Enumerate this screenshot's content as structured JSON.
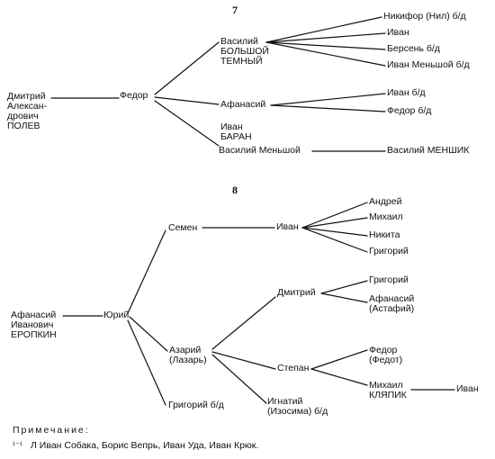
{
  "tree7": {
    "number": "7",
    "root": [
      "Дмитрий",
      "Алексан-",
      "дрович",
      "ПОЛЕВ"
    ],
    "fedor": "Федор",
    "vasiliy_bolshoy": [
      "Василий",
      "БОЛЬШОЙ",
      "ТЕМНЫЙ"
    ],
    "afanasiy": "Афанасий",
    "ivan_baran": [
      "Иван",
      "БАРАН"
    ],
    "vasiliy_menshoy": "Василий Меньшой",
    "nikifor": "Никифор (Нил) б/д",
    "ivan_1": "Иван",
    "bersen": "Берсень б/д",
    "ivan_menshoy": "Иван Меньшой б/д",
    "ivan_bd": "Иван б/д",
    "fedor_bd": "Федор б/д",
    "vasiliy_menshik": "Василий МЕНШИК"
  },
  "tree8": {
    "number": "8",
    "root": [
      "Афанасий",
      "Иванович",
      "ЕРОПКИН"
    ],
    "yuriy": "Юрий",
    "semen": "Семен",
    "ivan": "Иван",
    "andrey": "Андрей",
    "mikhail": "Михаил",
    "nikita": "Никита",
    "grigoriy_1": "Григорий",
    "dmitriy": "Дмитрий",
    "grigoriy_2": "Григорий",
    "afanasiy_astafiy": [
      "Афанасий",
      "(Астафий)"
    ],
    "azariy": [
      "Азарий",
      "(Лазарь)"
    ],
    "stepan": "Степан",
    "fedor_fedot": [
      "Федор",
      "(Федот)"
    ],
    "mikhail_klyapik": [
      "Михаил",
      "КЛЯПИК"
    ],
    "ivan_end": "Иван",
    "ignatiy": [
      "Игнатий",
      "(Изосима) б/д"
    ],
    "grigoriy_bd": "Григорий б/д"
  },
  "note": {
    "title": "Примечание:",
    "marker": "¹⁻¹",
    "text": "Л Иван Собака, Борис Вепрь, Иван Уда, Иван Крюк."
  }
}
